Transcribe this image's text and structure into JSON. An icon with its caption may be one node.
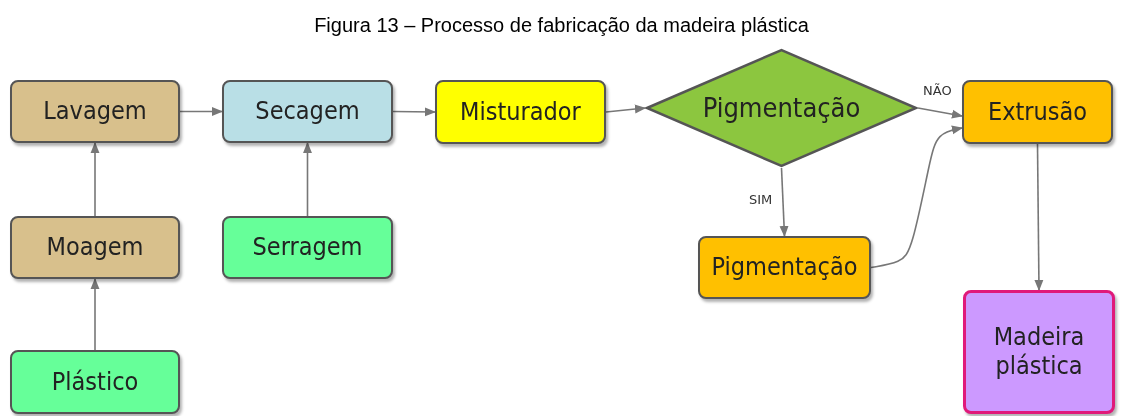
{
  "diagram": {
    "title": "Figura 13 – Processo de fabricação da madeira plástica",
    "nodes": [
      {
        "text": [
          "Lavagem"
        ]
      },
      {
        "text": [
          "Secagem"
        ]
      },
      {
        "text": [
          "Misturador"
        ]
      },
      {
        "text": [
          "Pigmentação"
        ]
      },
      {
        "text": [
          "Extrusão"
        ]
      },
      {
        "text": [
          "Moagem"
        ]
      },
      {
        "text": [
          "Serragem"
        ]
      },
      {
        "text": [
          "Pigmentação"
        ]
      },
      {
        "text": [
          "Plástico"
        ]
      },
      {
        "text": [
          "Madeira plástica"
        ]
      }
    ],
    "edges": [
      {
        "from": 0,
        "to": 1,
        "arrow": "to"
      },
      {
        "from": 1,
        "to": 2,
        "arrow": "to"
      },
      {
        "from": 2,
        "to": 3,
        "arrow": "to"
      },
      {
        "from": 3,
        "to": 4,
        "arrow": "to",
        "label": "NÃO"
      },
      {
        "from": 5,
        "to": 0,
        "arrow": "to"
      },
      {
        "from": 8,
        "to": 5,
        "arrow": "to"
      },
      {
        "from": 6,
        "to": 1,
        "arrow": "to"
      },
      {
        "from": 3,
        "to": 7,
        "arrow": "to",
        "label": "SIM"
      },
      {
        "from": 7,
        "to": 4,
        "arrow": "to"
      },
      {
        "from": 4,
        "to": 9,
        "arrow": "to"
      }
    ]
  }
}
